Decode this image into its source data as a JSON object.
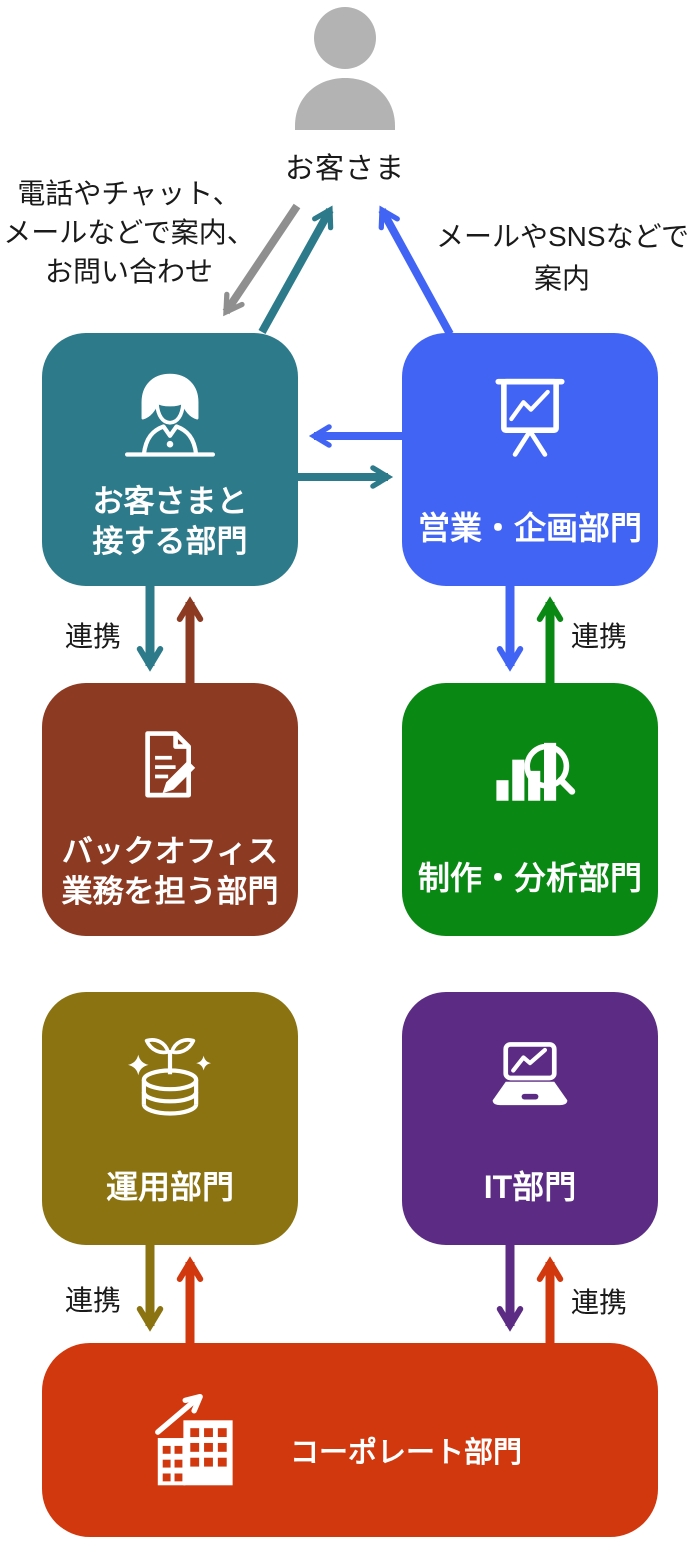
{
  "title": "departments-collaboration-diagram",
  "palette": {
    "customer_gray": "#B3B3B3",
    "arrow_gray": "#8F8F8F",
    "teal": "#2C7A8A",
    "blue": "#4164F5",
    "dark_red": "#8C3A22",
    "green": "#0A8814",
    "olive": "#8A7310",
    "purple": "#5C2C85",
    "corporate_red": "#D2380E",
    "text": "#1A1A1A"
  },
  "customer": {
    "label": "お客さま",
    "icon": "person-icon"
  },
  "annotations": {
    "left_lines": [
      "電話やチャット、",
      "メールなどで案内、",
      "お問い合わせ"
    ],
    "right_lines": [
      "メールやSNSなどで",
      "案内"
    ]
  },
  "link_label": "連携",
  "departments": [
    {
      "name": "customer-facing",
      "label_lines": [
        "お客さまと",
        "接する部門"
      ],
      "color": "#2C7A8A",
      "icon": "receptionist-icon"
    },
    {
      "name": "sales-planning",
      "label_lines": [
        "営業・企画部門"
      ],
      "color": "#4164F5",
      "icon": "presentation-chart-icon"
    },
    {
      "name": "back-office",
      "label_lines": [
        "バックオフィス",
        "業務を担う部門"
      ],
      "color": "#8C3A22",
      "icon": "document-pencil-icon"
    },
    {
      "name": "production-analysis",
      "label_lines": [
        "制作・分析部門"
      ],
      "color": "#0A8814",
      "icon": "bar-chart-magnifier-icon"
    },
    {
      "name": "operations",
      "label_lines": [
        "運用部門"
      ],
      "color": "#8A7310",
      "icon": "coins-sprout-icon"
    },
    {
      "name": "it",
      "label_lines": [
        "IT部門"
      ],
      "color": "#5C2C85",
      "icon": "laptop-chart-icon"
    },
    {
      "name": "corporate",
      "label_lines": [
        "コーポレート部門"
      ],
      "color": "#D2380E",
      "icon": "building-growth-icon"
    }
  ]
}
